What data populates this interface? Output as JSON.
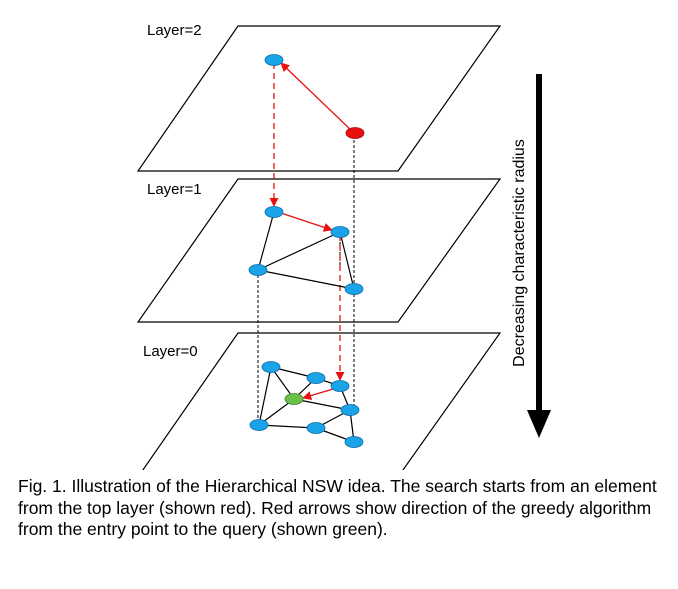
{
  "layers": [
    {
      "label": "Layer=2"
    },
    {
      "label": "Layer=1"
    },
    {
      "label": "Layer=0"
    }
  ],
  "axis_label": "Decreasing characteristic radius",
  "caption": "Fig. 1. Illustration of the Hierarchical NSW idea. The search starts from an element from the top layer (shown red). Red arrows show direction of the greedy algorithm from the entry point to the query (shown green).",
  "colors": {
    "node": "#1aa3e8",
    "entry": "#e8110f",
    "query": "#6cbf4b",
    "arrow": "#e8110f",
    "edge": "#000000"
  }
}
